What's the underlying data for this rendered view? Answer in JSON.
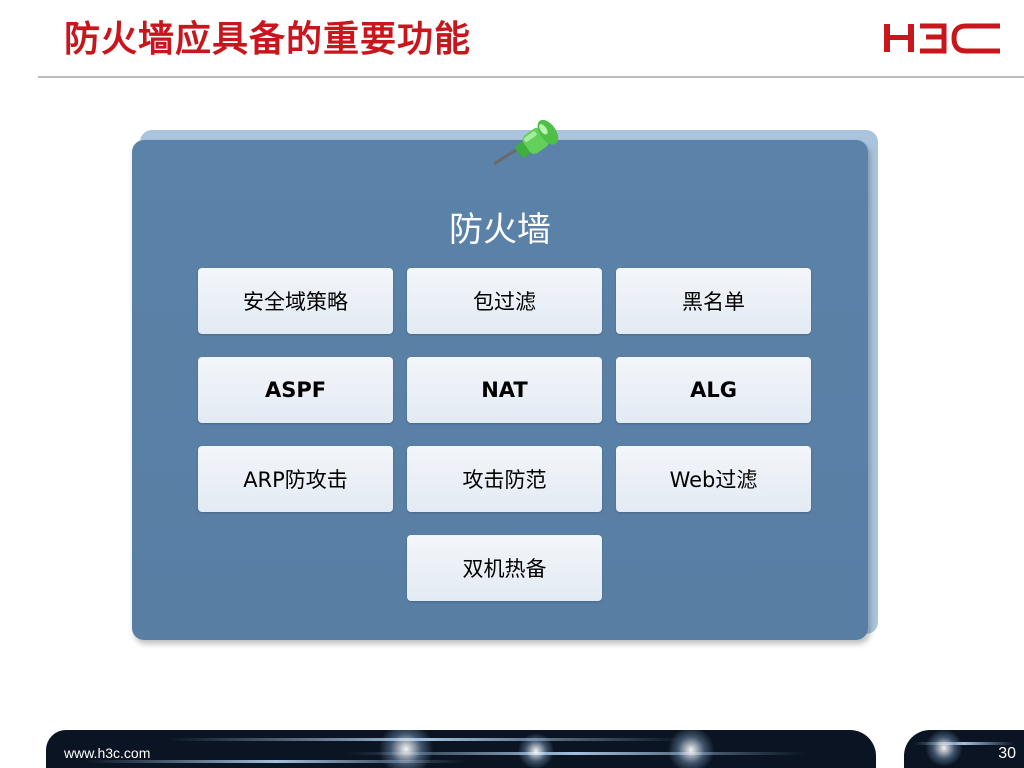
{
  "slide": {
    "title": "防火墙应具备的重要功能",
    "logo_text": "H3C",
    "brand_color": "#c8161d"
  },
  "panel": {
    "title": "防火墙",
    "background": "#5b82a8",
    "pin_icon": "pushpin-icon",
    "cards": [
      {
        "label": "安全域策略",
        "bold": false
      },
      {
        "label": "包过滤",
        "bold": false
      },
      {
        "label": "黑名单",
        "bold": false
      },
      {
        "label": "ASPF",
        "bold": true
      },
      {
        "label": "NAT",
        "bold": true
      },
      {
        "label": "ALG",
        "bold": true
      },
      {
        "label": "ARP防攻击",
        "bold": false
      },
      {
        "label": "攻击防范",
        "bold": false
      },
      {
        "label": "Web过滤",
        "bold": false
      },
      {
        "label": "双机热备",
        "bold": false
      }
    ]
  },
  "footer": {
    "url": "www.h3c.com",
    "page_number": "30"
  }
}
